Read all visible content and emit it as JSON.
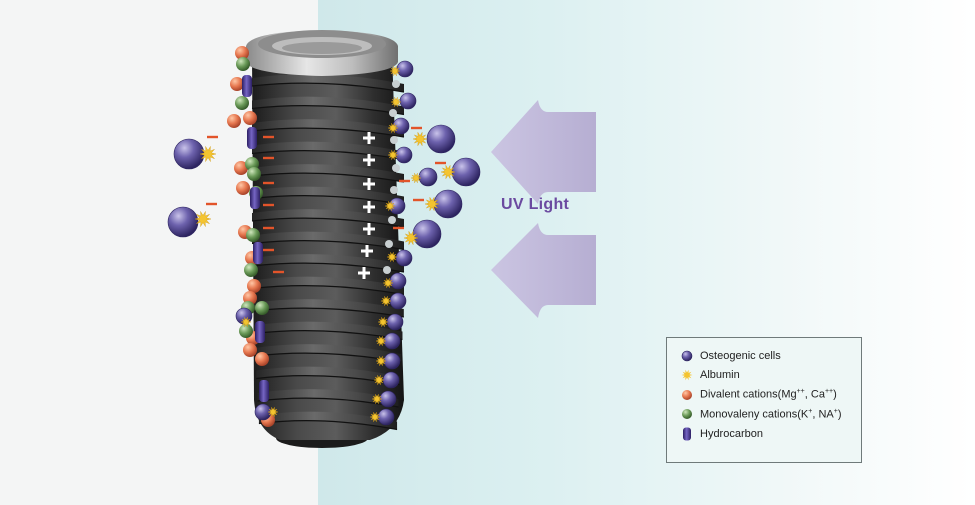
{
  "uv_label": "UV Light",
  "colors": {
    "osteogenic": "#5b4f9a",
    "albumin": "#f4c430",
    "divalent": "#e6774f",
    "monovalent": "#6a9a58",
    "hydrocarbon": "#4b3a8e",
    "negative_charge": "#e2542a",
    "positive_charge": "#ffffff",
    "uv_arrow": "#b6aed2"
  },
  "charges": {
    "negative": "−",
    "positive": "+"
  },
  "legend": {
    "items": [
      {
        "icon": "osteogenic-cell-icon",
        "label": "Osteogenic cells"
      },
      {
        "icon": "albumin-icon",
        "label": "Albumin"
      },
      {
        "icon": "divalent-cation-icon",
        "label": "Divalent cations(Mg",
        "sup1": "++",
        "mid": ", Ca",
        "sup2": "++",
        "end": ")"
      },
      {
        "icon": "monovalent-cation-icon",
        "label": "Monovaleny cations(K",
        "sup1": "+",
        "mid": ", NA",
        "sup2": "+",
        "end": ")"
      },
      {
        "icon": "hydrocarbon-icon",
        "label": "Hydrocarbon"
      }
    ]
  }
}
